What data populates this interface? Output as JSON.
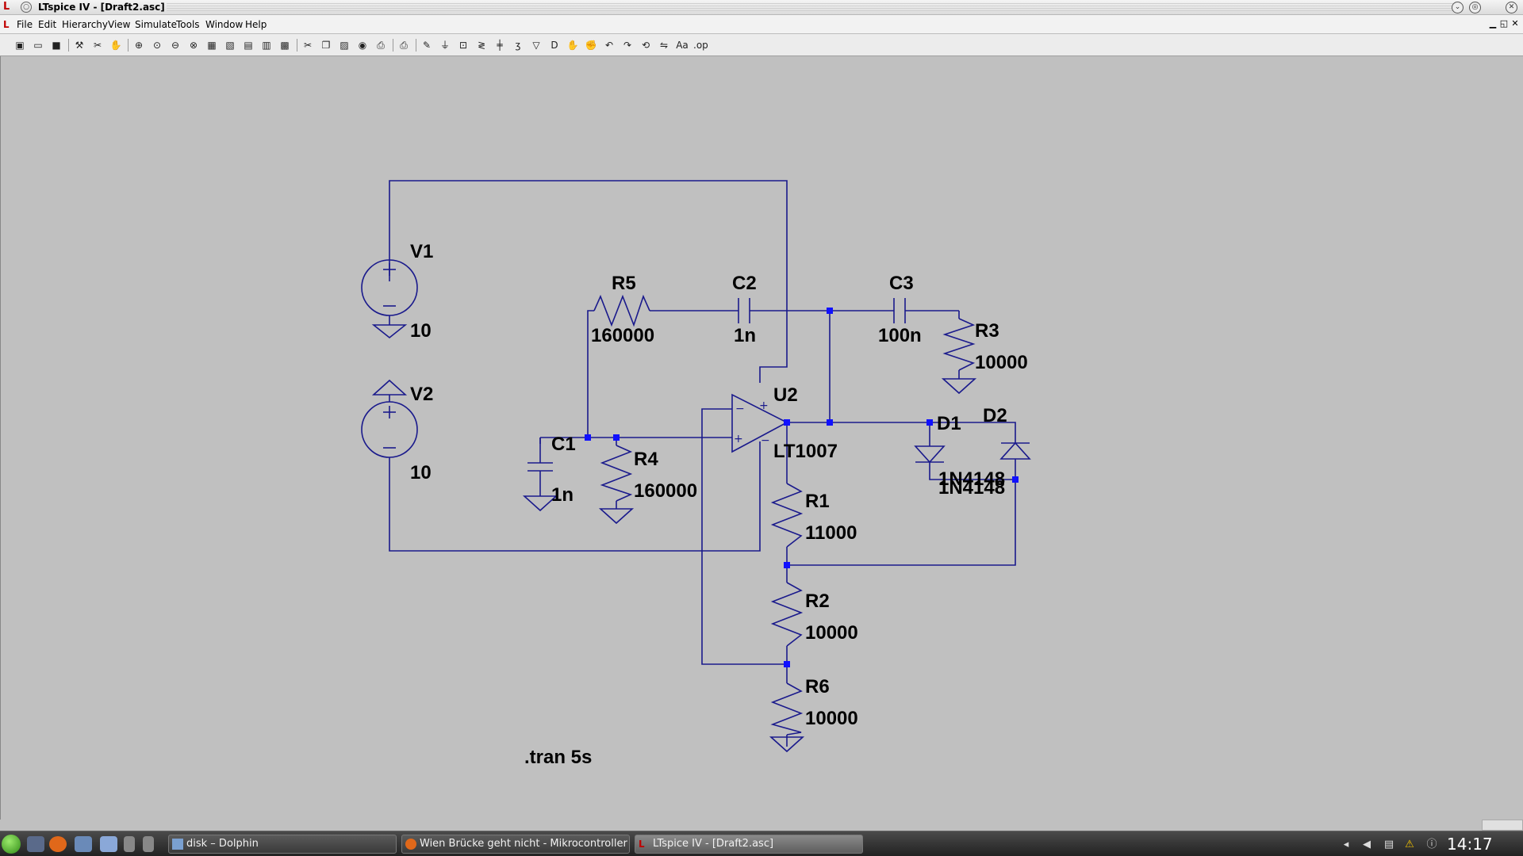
{
  "window": {
    "title": "LTspice IV - [Draft2.asc]",
    "app_icon": "ltspice-logo-icon",
    "controls": [
      "minimize-icon",
      "maximize-icon",
      "close-icon"
    ],
    "control_glyphs": [
      "⌄",
      "◎",
      "✕"
    ]
  },
  "menu": {
    "items": [
      "File",
      "Edit",
      "Hierarchy",
      "View",
      "Simulate",
      "Tools",
      "Window",
      "Help"
    ],
    "mdi_glyphs": [
      "▁",
      "◱",
      "✕"
    ]
  },
  "toolbar": {
    "tools": [
      {
        "name": "new-schematic-icon",
        "glyph": "▣"
      },
      {
        "name": "open-icon",
        "glyph": "▭"
      },
      {
        "name": "save-icon",
        "glyph": "■"
      },
      {
        "name": "control-panel-icon",
        "glyph": "⚒"
      },
      {
        "name": "run-icon",
        "glyph": "✂"
      },
      {
        "name": "halt-icon",
        "glyph": "✋"
      },
      {
        "name": "zoom-in-icon",
        "glyph": "⊕"
      },
      {
        "name": "pan-icon",
        "glyph": "⊙"
      },
      {
        "name": "zoom-out-icon",
        "glyph": "⊖"
      },
      {
        "name": "zoom-fit-icon",
        "glyph": "⊗"
      },
      {
        "name": "autorange-icon",
        "glyph": "▦"
      },
      {
        "name": "grid-icon",
        "glyph": "▧"
      },
      {
        "name": "tile-horizontal-icon",
        "glyph": "▤"
      },
      {
        "name": "tile-vertical-icon",
        "glyph": "▥"
      },
      {
        "name": "cascade-icon",
        "glyph": "▩"
      },
      {
        "name": "cut-icon",
        "glyph": "✂"
      },
      {
        "name": "copy-icon",
        "glyph": "❐"
      },
      {
        "name": "paste-icon",
        "glyph": "▨"
      },
      {
        "name": "find-icon",
        "glyph": "◉"
      },
      {
        "name": "print-setup-icon",
        "glyph": "⎙"
      },
      {
        "name": "print-icon",
        "glyph": "⎙"
      },
      {
        "name": "draw-wire-icon",
        "glyph": "✎"
      },
      {
        "name": "ground-icon",
        "glyph": "⏚"
      },
      {
        "name": "label-net-icon",
        "glyph": "⊡"
      },
      {
        "name": "resistor-icon",
        "glyph": "≷"
      },
      {
        "name": "capacitor-icon",
        "glyph": "╪"
      },
      {
        "name": "inductor-icon",
        "glyph": "ʒ"
      },
      {
        "name": "diode-icon",
        "glyph": "▽"
      },
      {
        "name": "component-icon",
        "glyph": "D"
      },
      {
        "name": "move-icon",
        "glyph": "✋"
      },
      {
        "name": "drag-icon",
        "glyph": "✊"
      },
      {
        "name": "undo-icon",
        "glyph": "↶"
      },
      {
        "name": "redo-icon",
        "glyph": "↷"
      },
      {
        "name": "rotate-icon",
        "glyph": "⟲"
      },
      {
        "name": "mirror-icon",
        "glyph": "⇋"
      },
      {
        "name": "text-icon",
        "glyph": "Aa"
      },
      {
        "name": "spice-directive-icon",
        "glyph": ".op"
      }
    ]
  },
  "schematic": {
    "components": {
      "V1": {
        "name": "V1",
        "value": "10"
      },
      "V2": {
        "name": "V2",
        "value": "10"
      },
      "R5": {
        "name": "R5",
        "value": "160000"
      },
      "C2": {
        "name": "C2",
        "value": "1n"
      },
      "C3": {
        "name": "C3",
        "value": "100n"
      },
      "R3": {
        "name": "R3",
        "value": "10000"
      },
      "U2": {
        "name": "U2",
        "value": "LT1007"
      },
      "D1": {
        "name": "D1",
        "value": "1N4148"
      },
      "D2": {
        "name": "D2",
        "value": "1N4148"
      },
      "C1": {
        "name": "C1",
        "value": "1n"
      },
      "R4": {
        "name": "R4",
        "value": "160000"
      },
      "R1": {
        "name": "R1",
        "value": "11000"
      },
      "R2": {
        "name": "R2",
        "value": "10000"
      },
      "R6": {
        "name": "R6",
        "value": "10000"
      }
    },
    "directive": ".tran 5s",
    "wire_color": "#1a1a8c",
    "junction_color": "#1010ff",
    "background_color": "#c0c0c0"
  },
  "taskbar": {
    "quick_launch": [
      {
        "name": "start-menu-icon"
      },
      {
        "name": "desktop-icon",
        "color": "#5a6a8a"
      },
      {
        "name": "firefox-icon",
        "color": "#e0681a"
      },
      {
        "name": "file-manager-icon",
        "color": "#6a8ab8"
      },
      {
        "name": "email-icon",
        "color": "#8aa8d8"
      },
      {
        "name": "workspace-switcher-icon",
        "color": "#888888"
      }
    ],
    "tasks": [
      {
        "label": "disk – Dolphin",
        "icon": "dolphin-icon",
        "active": false
      },
      {
        "label": "Wien Brücke geht nicht - Mikrocontroller",
        "icon": "firefox-icon",
        "active": false
      },
      {
        "label": "LTspice IV - [Draft2.asc]",
        "icon": "ltspice-logo-icon",
        "active": true
      }
    ],
    "tray": [
      {
        "name": "tray-arrow-icon",
        "glyph": "◂"
      },
      {
        "name": "volume-icon",
        "glyph": "◀"
      },
      {
        "name": "clipboard-icon",
        "glyph": "▤"
      },
      {
        "name": "warning-icon",
        "glyph": "⚠"
      },
      {
        "name": "info-icon",
        "glyph": "ⓘ"
      }
    ],
    "clock": "14:17"
  }
}
